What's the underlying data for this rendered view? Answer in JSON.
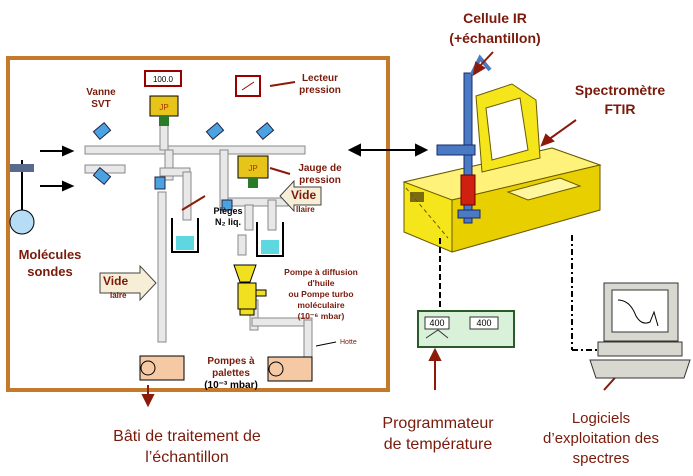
{
  "labels": {
    "ir_cell_line1": "Cellule IR",
    "ir_cell_line2": "(+échantillon)",
    "spectro_line1": "Spectromètre",
    "spectro_line2": "FTIR",
    "vanne_line1": "Vanne",
    "vanne_line2": "SVT",
    "lecteur_line1": "Lecteur",
    "lecteur_line2": "pression",
    "jauge_line1": "Jauge de",
    "jauge_line2": "pression",
    "vide2_main": "Vide",
    "vide2_sup": "IIaire",
    "vide1_main": "Vide",
    "vide1_sup": "Iaire",
    "molecules_line1": "Molécules",
    "molecules_line2": "sondes",
    "pieges_line1": "Pièges",
    "pieges_line2": "N₂ liq.",
    "pompe_diff_line1": "Pompe à diffusion",
    "pompe_diff_line2": "d'huile",
    "pompe_diff_line3": "ou Pompe turbo",
    "pompe_diff_line4": "moléculaire",
    "pompe_diff_line5": "(10⁻⁶ mbar)",
    "hotte": "Hotte",
    "pompes_pal_line1": "Pompes à",
    "pompes_pal_line2": "palettes",
    "pompes_pal_line3": "(10⁻³ mbar)",
    "bati_line1": "Bâti de traitement de",
    "bati_line2": "l’échantillon",
    "prog_line1": "Programmateur",
    "prog_line2": "de température",
    "logiciels_line1": "Logiciels",
    "logiciels_line2": "d’exploitation des",
    "logiciels_line3": "spectres",
    "jp_tag": "JP",
    "gauge_readout": "100.0",
    "prog_display_left": "400",
    "prog_display_right": "400"
  },
  "colors": {
    "frame": "#c47a2a",
    "label_dark": "#7a1a0a",
    "arrow": "#8b1a0a",
    "spectrometer": "#f5e61c",
    "pipe": "#d9d9d9",
    "valve": "#4aa3e0",
    "jp_box": "#e6c419",
    "pump": "#f5c9a3"
  }
}
